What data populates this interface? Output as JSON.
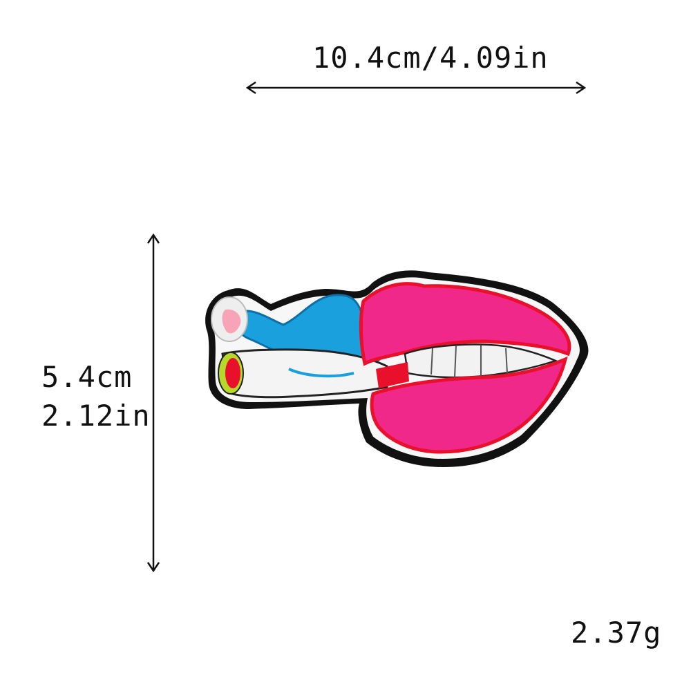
{
  "dimensions": {
    "width_label": "10.4cm/4.09in",
    "height_cm_label": "5.4cm",
    "height_in_label": "2.12in",
    "weight_label": "2.37g"
  },
  "product": {
    "image": "embroidered-patch-lips-biting-cigarette"
  },
  "colors": {
    "lip_pink": "#f0288a",
    "lip_outline": "#e8102a",
    "smoke_blue": "#1aa0dc",
    "patch_border": "#111111",
    "cigarette_white": "#f4f4f4",
    "ember_green": "#b6d82a"
  }
}
